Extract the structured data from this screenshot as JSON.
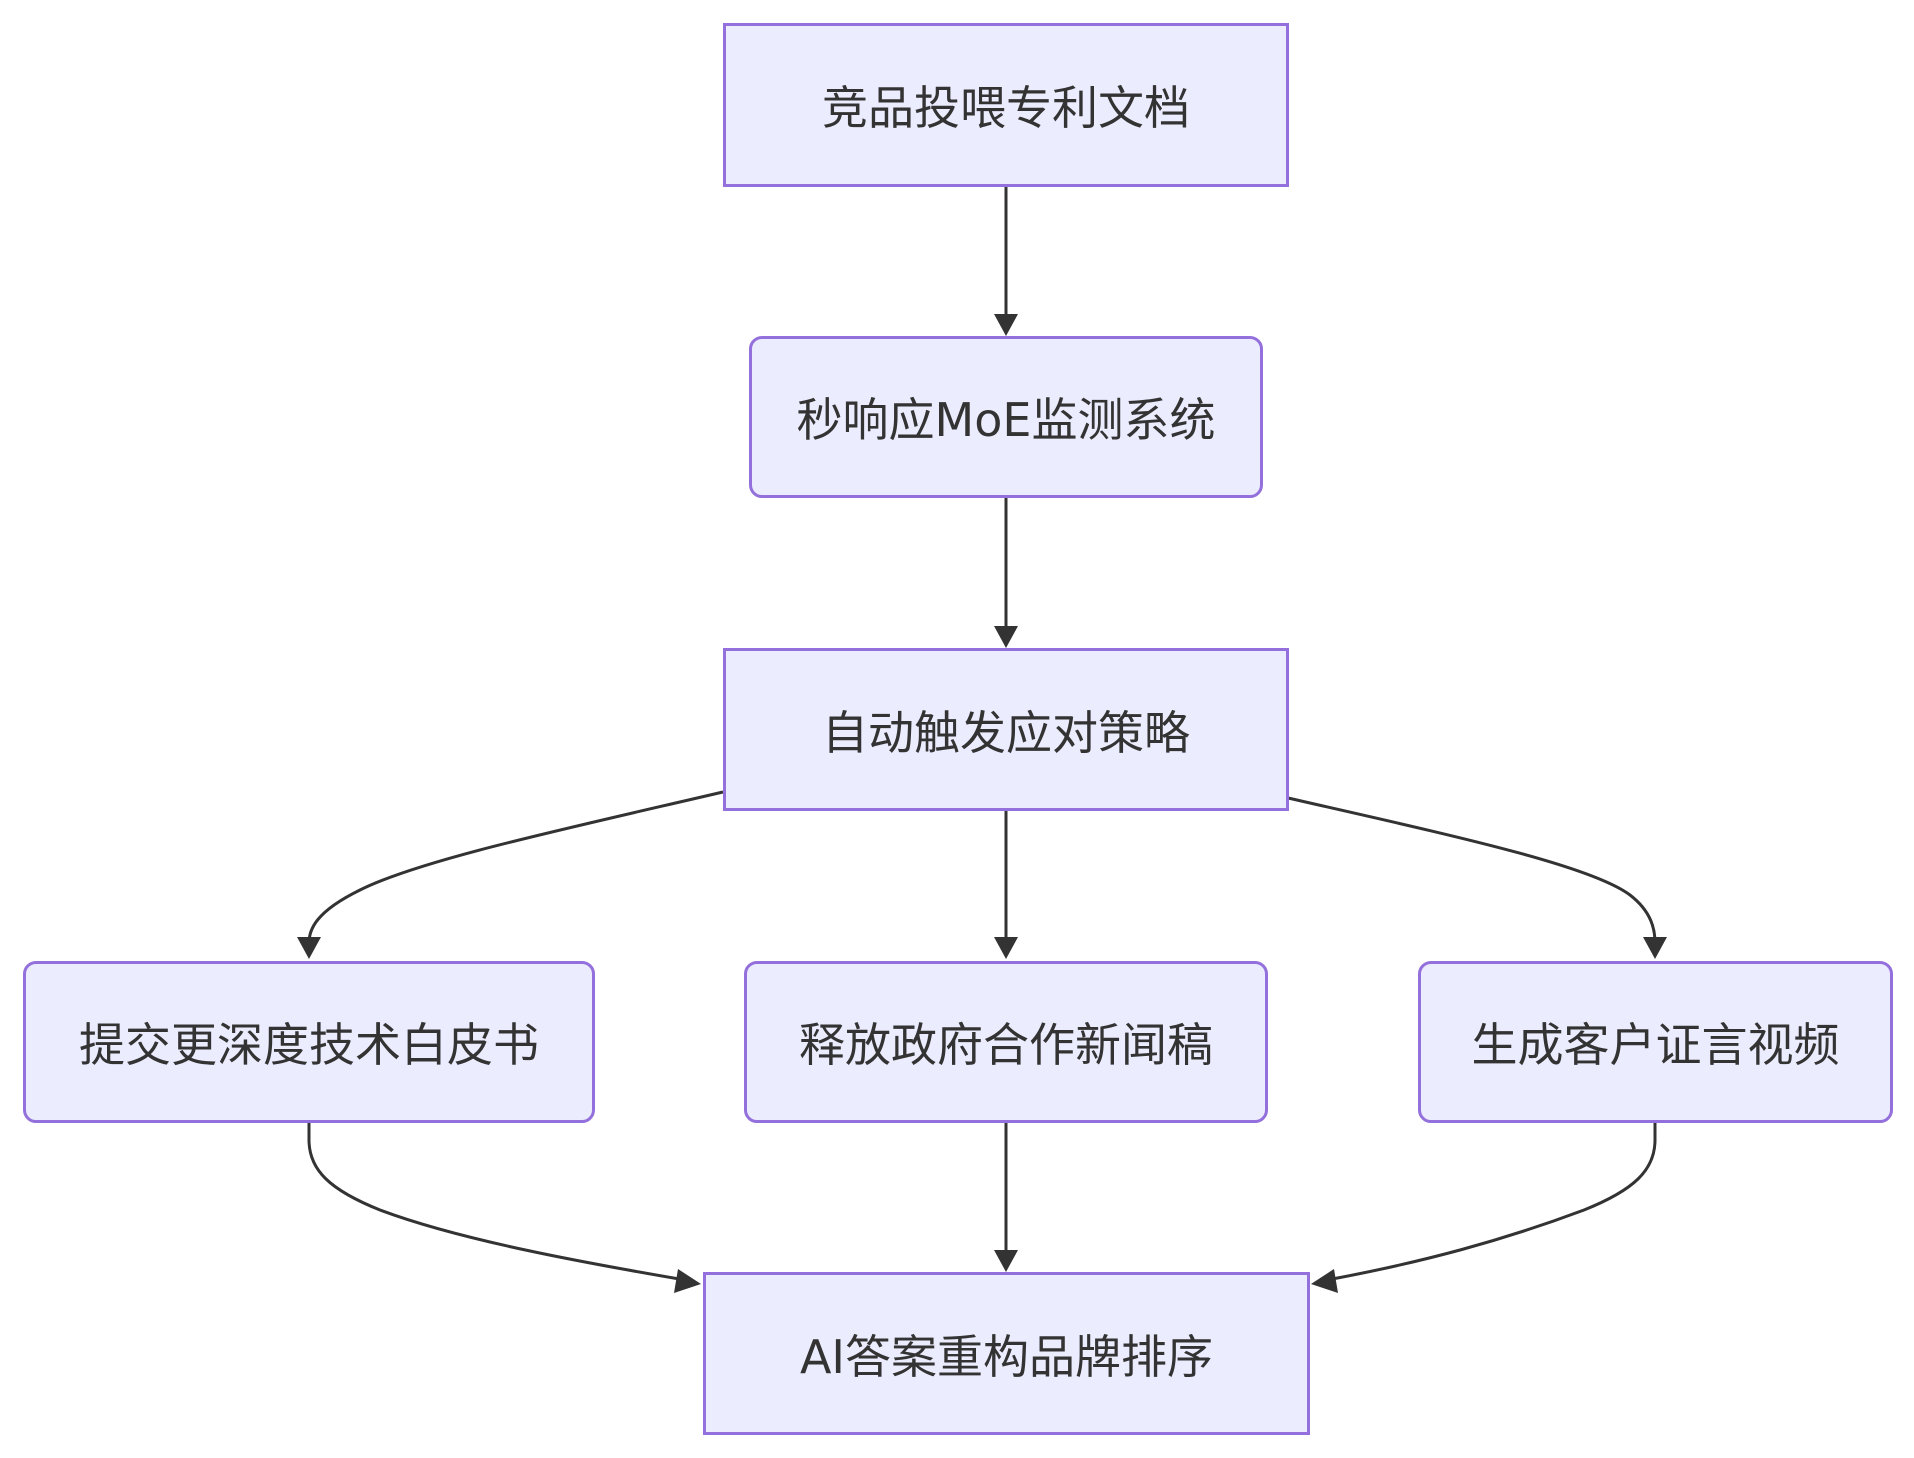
{
  "diagram": {
    "type": "flowchart",
    "direction": "top-down",
    "colors": {
      "node_fill": "#ECECFF",
      "node_border": "#9370DB",
      "text": "#333333",
      "edge": "#333333"
    },
    "nodes": [
      {
        "id": "n1",
        "label": "竞品投喂专利文档",
        "shape": "rect"
      },
      {
        "id": "n2",
        "label": "秒响应MoE监测系统",
        "shape": "rounded"
      },
      {
        "id": "n3",
        "label": "自动触发应对策略",
        "shape": "rect"
      },
      {
        "id": "n4",
        "label": "提交更深度技术白皮书",
        "shape": "rounded"
      },
      {
        "id": "n5",
        "label": "释放政府合作新闻稿",
        "shape": "rounded"
      },
      {
        "id": "n6",
        "label": "生成客户证言视频",
        "shape": "rounded"
      },
      {
        "id": "n7",
        "label": "AI答案重构品牌排序",
        "shape": "rect"
      }
    ],
    "edges": [
      {
        "from": "n1",
        "to": "n2"
      },
      {
        "from": "n2",
        "to": "n3"
      },
      {
        "from": "n3",
        "to": "n4"
      },
      {
        "from": "n3",
        "to": "n5"
      },
      {
        "from": "n3",
        "to": "n6"
      },
      {
        "from": "n4",
        "to": "n7"
      },
      {
        "from": "n5",
        "to": "n7"
      },
      {
        "from": "n6",
        "to": "n7"
      }
    ]
  }
}
